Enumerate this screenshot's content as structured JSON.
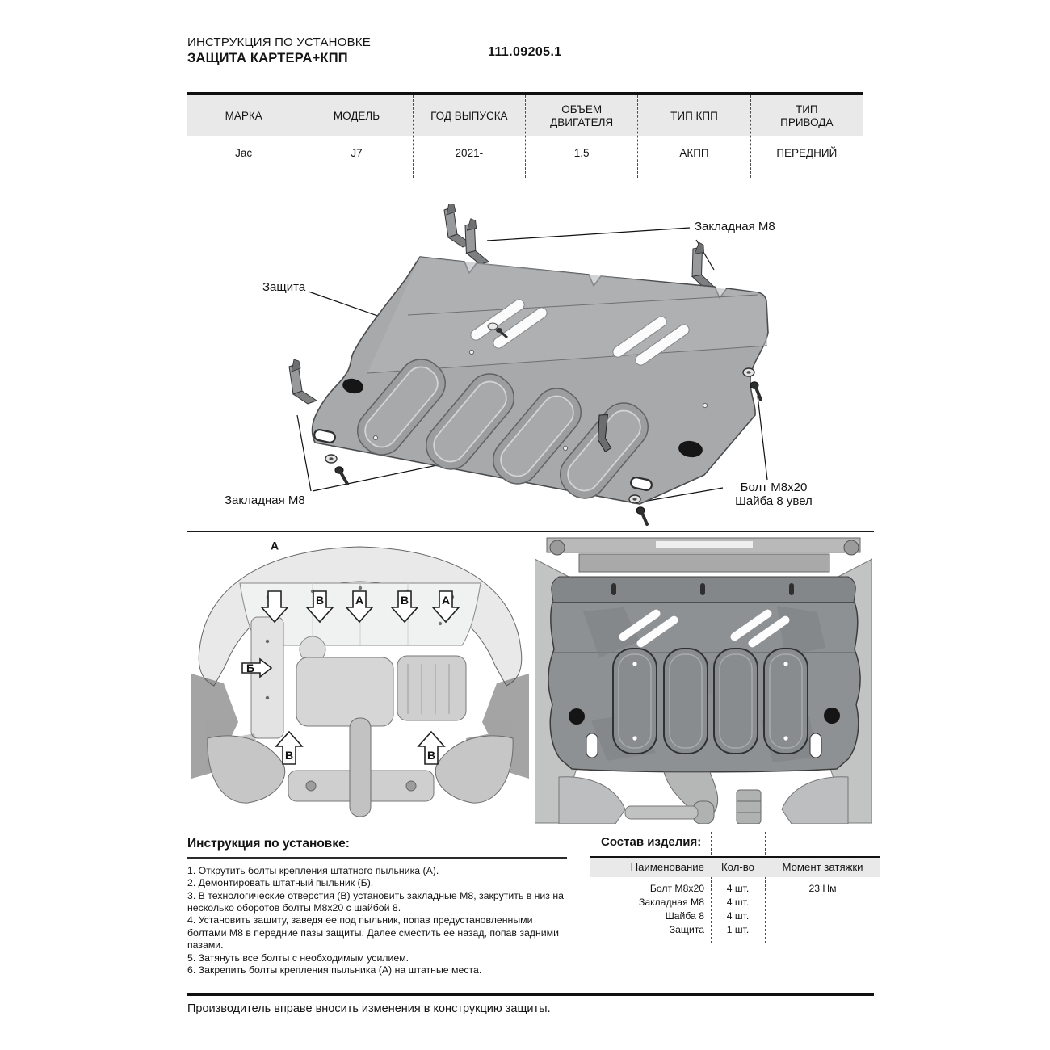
{
  "header": {
    "subtitle": "ИНСТРУКЦИЯ ПО УСТАНОВКЕ",
    "title": "ЗАЩИТА КАРТЕРА+КПП",
    "part_number": "111.09205.1"
  },
  "spec_table": {
    "columns": [
      {
        "label": "МАРКА",
        "value": "Jac"
      },
      {
        "label": "МОДЕЛЬ",
        "value": "J7"
      },
      {
        "label": "ГОД ВЫПУСКА",
        "value": "2021-"
      },
      {
        "label": "ОБЪЕМ ДВИГАТЕЛЯ",
        "value": "1.5"
      },
      {
        "label": "ТИП КПП",
        "value": "АКПП"
      },
      {
        "label": "ТИП ПРИВОДА",
        "value": "ПЕРЕДНИЙ"
      }
    ]
  },
  "diagram": {
    "label_bracket_top": "Закладная М8",
    "label_plate": "Защита",
    "label_bracket_bottom": "Закладная М8",
    "label_bolt": "Болт М8х20",
    "label_washer": "Шайба 8 увел"
  },
  "photo_left": {
    "top_arrows": [
      "А",
      "В",
      "А",
      "В",
      "А"
    ],
    "side_arrow": "Б",
    "bottom_arrows": [
      "В",
      "В"
    ]
  },
  "instructions": {
    "heading": "Инструкция по установке:",
    "steps": [
      "1. Открутить болты крепления штатного пыльника (А).",
      "2. Демонтировать штатный пыльник (Б).",
      "3. В технологические отверстия (В) установить закладные М8, закрутить в низ на несколько оборотов болты М8х20 с шайбой 8.",
      "4. Установить защиту, заведя ее под пыльник, попав предустановленными болтами М8 в передние пазы защиты. Далее сместить ее назад, попав задними пазами.",
      "5. Затянуть все болты с необходимым усилием.",
      "6. Закрепить болты крепления пыльника (А) на штатные места."
    ]
  },
  "parts": {
    "heading": "Состав изделия:",
    "col_name": "Наименование",
    "col_qty": "Кол-во",
    "col_torque": "Момент затяжки",
    "rows": [
      {
        "name": "Болт М8х20",
        "qty": "4 шт.",
        "torque": "23 Нм"
      },
      {
        "name": "Закладная М8",
        "qty": "4 шт.",
        "torque": ""
      },
      {
        "name": "Шайба 8",
        "qty": "4 шт.",
        "torque": ""
      },
      {
        "name": "Защита",
        "qty": "1 шт.",
        "torque": ""
      }
    ]
  },
  "footer": {
    "note": "Производитель вправе вносить изменения в конструкцию защиты."
  },
  "colors": {
    "line_black": "#111111",
    "table_header_bg": "#e9e9e9",
    "plate_gray": "#a7a9ab",
    "photo_plate_gray": "#8e9193"
  }
}
